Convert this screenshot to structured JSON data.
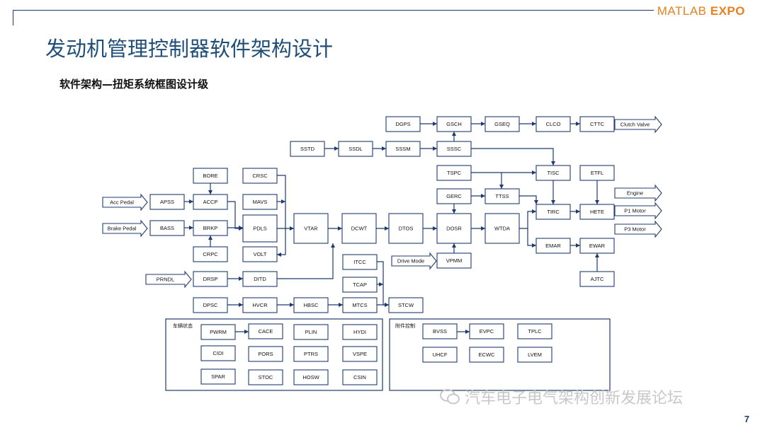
{
  "brand": {
    "part1": "MATLAB",
    "part2": "EXPO"
  },
  "title": "发动机管理控制器软件架构设计",
  "subtitle": "软件架构—扭矩系统框图设计级",
  "page_number": "7",
  "watermark": "汽车电子电气架构创新发展论坛",
  "groups": {
    "vehicle_state": "车辆状态",
    "accessory_control": "附件控制"
  },
  "modules": {
    "DGPS": "DGPS",
    "GSCH": "GSCH",
    "GSEQ": "GSEQ",
    "CLCO": "CLCO",
    "CTTC": "CTTC",
    "SSTD": "SSTD",
    "SSDL": "SSDL",
    "SSSM": "SSSM",
    "SSSC": "SSSC",
    "TSPC": "TSPC",
    "TISC": "TISC",
    "ETFL": "ETFL",
    "BORE": "BORE",
    "CRSC": "CRSC",
    "APSS": "APSS",
    "ACCP": "ACCP",
    "MAVS": "MAVS",
    "GERC": "GERC",
    "TTSS": "TTSS",
    "TIRC": "TIRC",
    "HETE": "HETE",
    "BASS": "BASS",
    "BRKP": "BRKP",
    "PDLS": "PDLS",
    "VTAR": "VTAR",
    "DCWT": "DCWT",
    "DTOS": "DTOS",
    "DOSR": "DOSR",
    "WTDA": "WTDA",
    "CRPC": "CRPC",
    "VOLT": "VOLT",
    "EMAR": "EMAR",
    "EWAR": "EWAR",
    "ITCC": "ITCC",
    "VPMM": "VPMM",
    "DRSP": "DRSP",
    "DITD": "DITD",
    "TCAP": "TCAP",
    "AJTC": "AJTC",
    "DPSC": "DPSC",
    "HVCR": "HVCR",
    "HBSC": "HBSC",
    "MTCS": "MTCS",
    "STCW": "STCW",
    "PWRM": "PWRM",
    "CACE": "CACE",
    "PLIN": "PLIN",
    "HYDI": "HYDI",
    "CIDI": "CIDI",
    "PORS": "PORS",
    "PTRS": "PTRS",
    "VSPE": "VSPE",
    "SPAR": "SPAR",
    "STOC": "STOC",
    "HOSW": "HOSW",
    "CSIN": "CSIN",
    "BVSS": "BVSS",
    "EVPC": "EVPC",
    "TPLC": "TPLC",
    "UHCF": "UHCF",
    "ECWC": "ECWC",
    "LVEM": "LVEM"
  },
  "io": {
    "acc_pedal": "Acc Pedal",
    "brake_pedal": "Brake Pedal",
    "prndl": "PRNDL",
    "drive_mode": "Drive Mode",
    "clutch_valve": "Clutch Valve",
    "engine": "Engine",
    "p1_motor": "P1 Motor",
    "p3_motor": "P3 Motor"
  }
}
